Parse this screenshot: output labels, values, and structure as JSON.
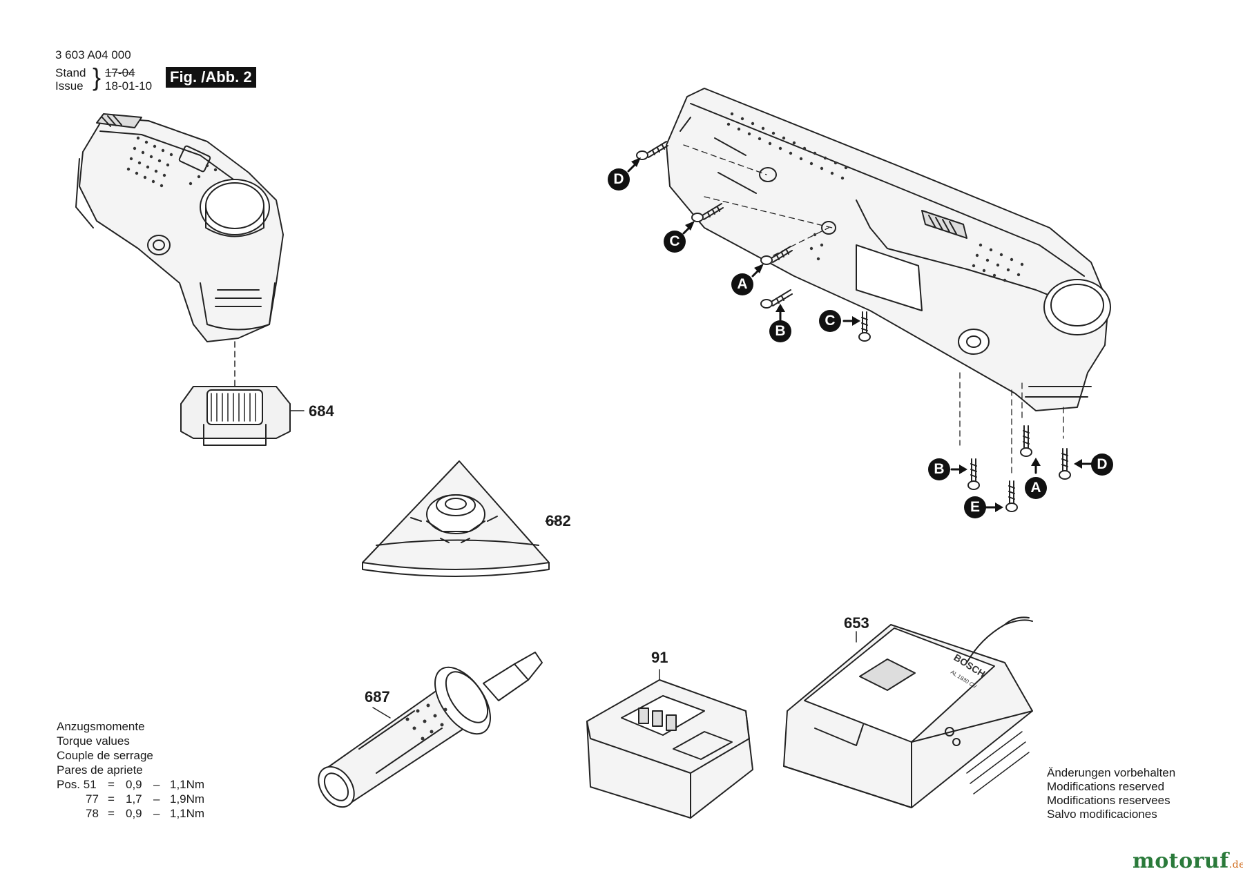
{
  "header": {
    "part_number": "3 603 A04 000",
    "stand_label": "Stand",
    "issue_label": "Issue",
    "stand_value": "17-04",
    "issue_value": "18-01-10",
    "fig_label": "Fig. /Abb. 2"
  },
  "callouts": {
    "p684": "684",
    "p682": "682",
    "p687": "687",
    "p91": "91",
    "p653": "653"
  },
  "screw_labels": {
    "d_top": "D",
    "c_top": "C",
    "a_top": "A",
    "b_top": "B",
    "c_mid": "C",
    "b_bot": "B",
    "a_bot": "A",
    "d_bot": "D",
    "e_bot": "E"
  },
  "torque": {
    "lines": [
      "Anzugsmomente",
      "Torque values",
      "Couple de serrage",
      "Pares de apriete"
    ],
    "rows": [
      {
        "pos": "Pos. 51",
        "eq": "=",
        "min": "0,9",
        "dash": "–",
        "max": "1,1Nm"
      },
      {
        "pos": "77",
        "eq": "=",
        "min": "1,7",
        "dash": "–",
        "max": "1,9Nm"
      },
      {
        "pos": "78",
        "eq": "=",
        "min": "0,9",
        "dash": "–",
        "max": "1,1Nm"
      }
    ]
  },
  "modifications": [
    "Änderungen vorbehalten",
    "Modifications reserved",
    "Modifications reservees",
    "Salvo modificaciones"
  ],
  "charger_text": {
    "brand": "BOSCH",
    "model": "AL 1830 CV"
  },
  "watermark": {
    "main": "motoruf",
    "suffix": ".de"
  }
}
